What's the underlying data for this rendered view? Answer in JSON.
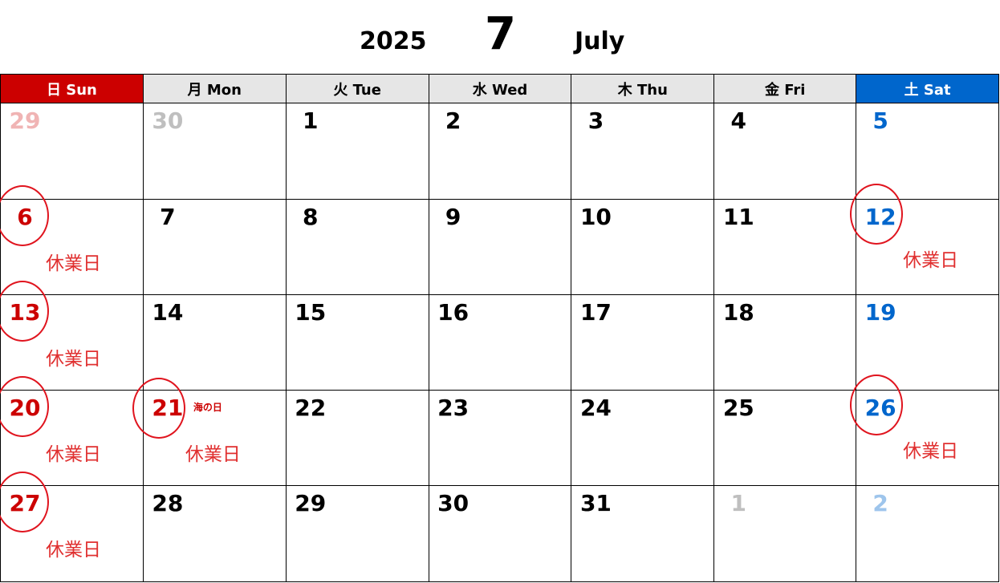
{
  "title": {
    "year": "2025",
    "month_num": "7",
    "month_name": "July"
  },
  "colors": {
    "sun_header_bg": "#cc0000",
    "sat_header_bg": "#0066cc",
    "weekday_header_bg": "#e6e6e6",
    "sunday_text": "#cc0000",
    "saturday_text": "#0066cc",
    "weekday_text": "#000000",
    "closed_text": "#e03030",
    "circle": "#e0141e",
    "prev_sun_text": "#f0b4b4",
    "prev_weekday_text": "#bfbfbf",
    "next_sat_text": "#9ec5ec"
  },
  "weekdays": [
    "日 Sun",
    "月 Mon",
    "火 Tue",
    "水 Wed",
    "木 Thu",
    "金 Fri",
    "土 Sat"
  ],
  "weeks": [
    [
      {
        "day": "29",
        "kind": "prev-sun"
      },
      {
        "day": "30",
        "kind": "prev"
      },
      {
        "day": "1",
        "kind": "weekday"
      },
      {
        "day": "2",
        "kind": "weekday"
      },
      {
        "day": "3",
        "kind": "weekday"
      },
      {
        "day": "4",
        "kind": "weekday"
      },
      {
        "day": "5",
        "kind": "sat"
      }
    ],
    [
      {
        "day": "6",
        "kind": "sun",
        "circled": true,
        "note": "休業日"
      },
      {
        "day": "7",
        "kind": "weekday"
      },
      {
        "day": "8",
        "kind": "weekday"
      },
      {
        "day": "9",
        "kind": "weekday"
      },
      {
        "day": "10",
        "kind": "weekday"
      },
      {
        "day": "11",
        "kind": "weekday"
      },
      {
        "day": "12",
        "kind": "sat",
        "circled": true,
        "note": "休業日"
      }
    ],
    [
      {
        "day": "13",
        "kind": "sun",
        "circled": true,
        "note": "休業日"
      },
      {
        "day": "14",
        "kind": "weekday"
      },
      {
        "day": "15",
        "kind": "weekday"
      },
      {
        "day": "16",
        "kind": "weekday"
      },
      {
        "day": "17",
        "kind": "weekday"
      },
      {
        "day": "18",
        "kind": "weekday"
      },
      {
        "day": "19",
        "kind": "sat"
      }
    ],
    [
      {
        "day": "20",
        "kind": "sun",
        "circled": true,
        "note": "休業日"
      },
      {
        "day": "21",
        "kind": "holiday",
        "circled": true,
        "note": "休業日",
        "holiday": "海の日"
      },
      {
        "day": "22",
        "kind": "weekday"
      },
      {
        "day": "23",
        "kind": "weekday"
      },
      {
        "day": "24",
        "kind": "weekday"
      },
      {
        "day": "25",
        "kind": "weekday"
      },
      {
        "day": "26",
        "kind": "sat",
        "circled": true,
        "note": "休業日"
      }
    ],
    [
      {
        "day": "27",
        "kind": "sun",
        "circled": true,
        "note": "休業日"
      },
      {
        "day": "28",
        "kind": "weekday"
      },
      {
        "day": "29",
        "kind": "weekday"
      },
      {
        "day": "30",
        "kind": "weekday"
      },
      {
        "day": "31",
        "kind": "weekday"
      },
      {
        "day": "1",
        "kind": "next"
      },
      {
        "day": "2",
        "kind": "next-sat"
      }
    ]
  ]
}
